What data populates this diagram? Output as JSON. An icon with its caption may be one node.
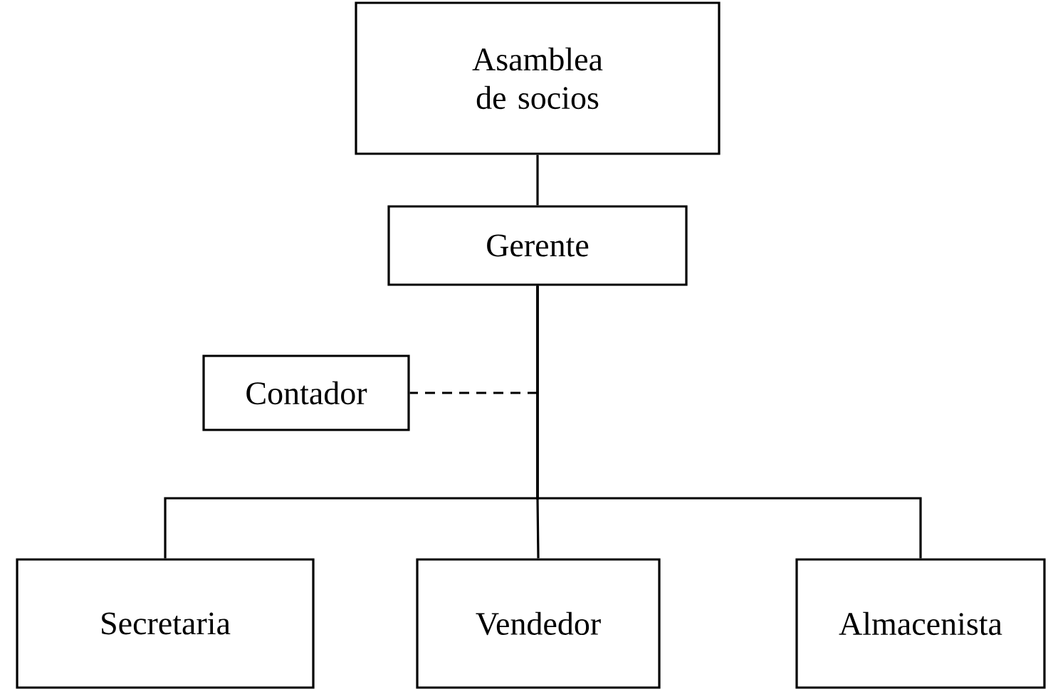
{
  "diagram": {
    "nodes": [
      {
        "text": [
          "Asamblea de socios"
        ]
      },
      {
        "text": [
          "Gerente"
        ]
      },
      {
        "text": [
          "Contador"
        ]
      },
      {
        "text": [
          "Secretaria"
        ]
      },
      {
        "text": [
          "Vendedor"
        ]
      },
      {
        "text": [
          "Almacenista"
        ]
      }
    ],
    "edges": [
      {
        "from": 0,
        "to": 1,
        "arrow": "none"
      },
      {
        "from": null,
        "to": 2,
        "arrow": "none",
        "style": "dashed"
      },
      {
        "from": 1,
        "to": 3,
        "arrow": "none"
      },
      {
        "from": 1,
        "to": 4,
        "arrow": "none"
      },
      {
        "from": 1,
        "to": 5,
        "arrow": "none"
      }
    ]
  }
}
